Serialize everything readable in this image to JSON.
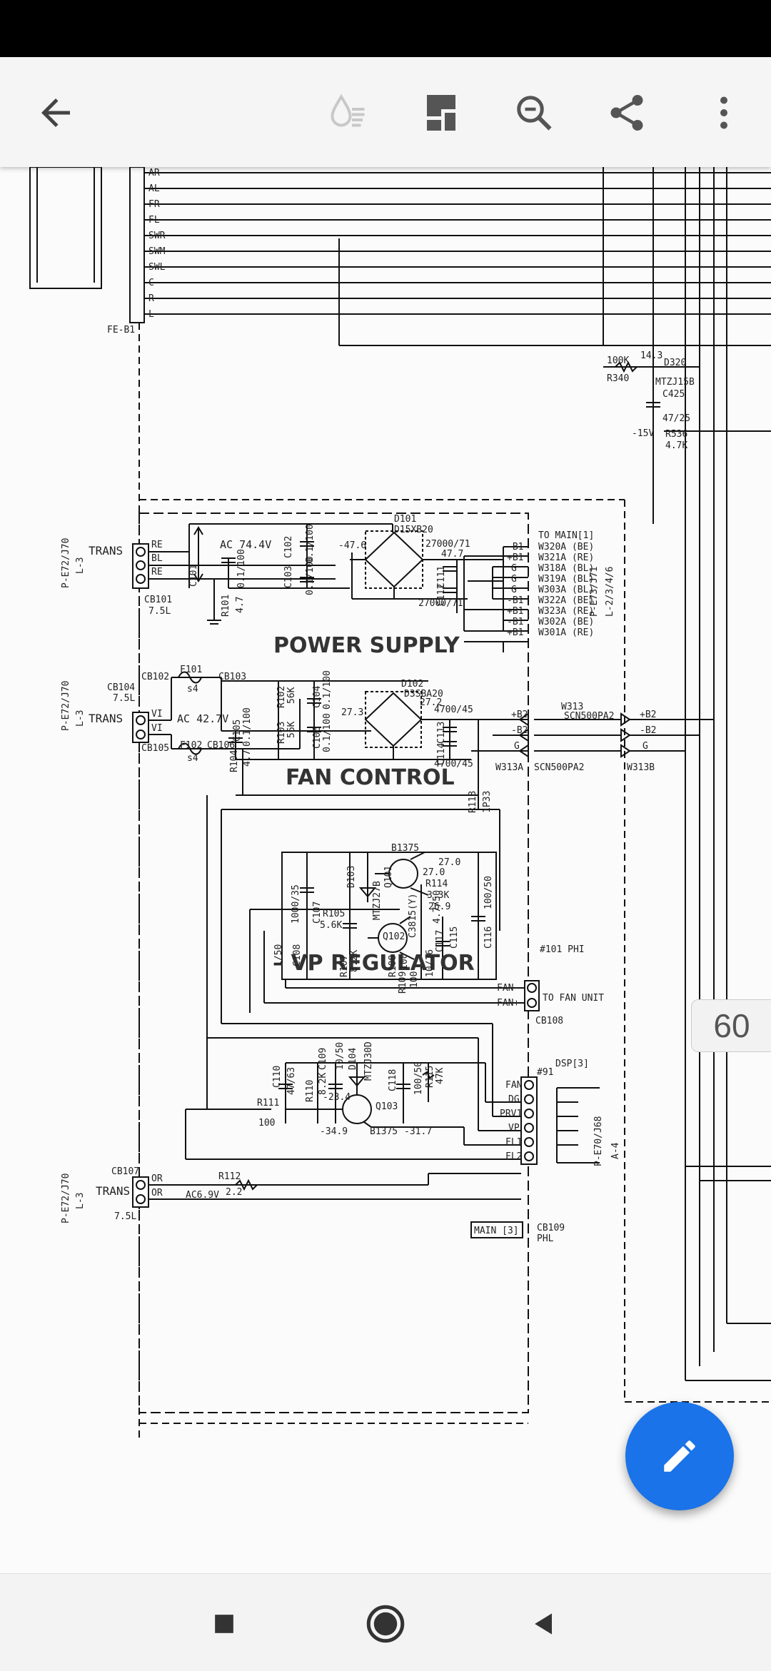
{
  "page_indicator": "60",
  "icons": {
    "back": "arrow-left-icon",
    "reading_mode": "reading-mode-icon",
    "layout": "page-layout-icon",
    "search": "search-zoom-icon",
    "share": "share-icon",
    "more": "more-vert-icon",
    "edit": "edit-pencil-icon",
    "nav_recents": "square-icon",
    "nav_home": "circle-icon",
    "nav_back": "triangle-back-icon"
  },
  "colors": {
    "fab": "#1a73e8",
    "toolbar": "#f5f5f5"
  },
  "schematic": {
    "section_titles": [
      "POWER SUPPLY",
      "FAN CONTROL",
      "– VP REGULATOR"
    ],
    "top_connector_pins": [
      "AR",
      "AL",
      "FR",
      "FL",
      "SWR",
      "SWM",
      "SWL",
      "C",
      "R",
      "L"
    ],
    "top_connector_ref": "FE-B1",
    "trans_label": "TRANS",
    "left_refs": [
      "P-E72/J70",
      "P-E72/J70",
      "P-E72/J70"
    ],
    "l3_label": "L-3",
    "cb101": "CB101",
    "cb101_val": "7.5L",
    "cb101_pins": [
      "RE",
      "BL",
      "RE"
    ],
    "cb104": "CB104",
    "cb104_val": "7.5L",
    "cb104_pins": [
      "VI",
      "VI"
    ],
    "cb102": "CB102",
    "cb103": "CB103",
    "cb105": "CB105",
    "cb106": "CB106",
    "f101": "F101",
    "f102": "F102",
    "fuse_val": "s4",
    "cb107": "CB107",
    "cb107_pins": [
      "OR",
      "OR"
    ],
    "cb107_val": "7.5L",
    "ac1": "AC 74.4V",
    "ac2": "AC 42.7V",
    "ac3": "AC6.9V",
    "d101": "D101",
    "d101_part": "D15XB20",
    "d102": "D102",
    "d102_part": "D3SBA20",
    "c101": "C101",
    "c102": "C102",
    "c103": "C103",
    "c104": "C104",
    "c105": "C105",
    "c106": "C106",
    "c_val": "0.1/100",
    "r101": "R101",
    "r101_val": "4.7",
    "r102": "R102",
    "r103": "R103",
    "r_56k": "56K",
    "r104": "R104",
    "r104_val": "4.7",
    "v_m476": "-47.6",
    "v_477": "47.7",
    "c_27000": "27000/71",
    "c111": "C111",
    "c112": "C112",
    "to_main": "TO MAIN[1]",
    "main_conn": [
      {
        "sig": "-B1",
        "wire": "W320A (BE)"
      },
      {
        "sig": "+B1",
        "wire": "W321A (RE)"
      },
      {
        "sig": "G",
        "wire": "W318A (BL)"
      },
      {
        "sig": "G",
        "wire": "W319A (BL)"
      },
      {
        "sig": "G",
        "wire": "W303A (BL)"
      },
      {
        "sig": "-B1",
        "wire": "W322A (BE)"
      },
      {
        "sig": "+B1",
        "wire": "W323A (RE)"
      },
      {
        "sig": "-B1",
        "wire": "W302A (BE)"
      },
      {
        "sig": "+B1",
        "wire": "W301A (RE)"
      }
    ],
    "main_ref": "P-E73/J71",
    "main_ref2": "L-2/3/4/6",
    "v_273": "27.3",
    "v_272": "27.2",
    "c_4700": "4700/45",
    "c113": "C113",
    "c114": "C114",
    "b2_sigs": [
      "+B2",
      "-B2",
      "G"
    ],
    "w313a": "W313A",
    "scn": "SCN500PA2",
    "w313": "W313",
    "w313b": "W313B",
    "r113": "R113",
    "r113_val": "1P33",
    "b1375": "B1375",
    "q101": "Q101",
    "q102": "Q102",
    "q102_part": "C3815(Y)",
    "q103": "Q103",
    "d103": "D103",
    "d103_part": "MTZJ27B",
    "d104": "D104",
    "d104_part": "MTZJ30D",
    "v270": "27.0",
    "v269": "26.9",
    "r114": "R114",
    "r114_val": "3.3K",
    "r105": "R105",
    "r105_val": "5.6K",
    "r107": "R107",
    "r107_val": "8.2K",
    "r108": "R108",
    "r108_val": "100",
    "r109": "R109",
    "r109_val": "100",
    "c107": "C107",
    "c107_val": "1000/35",
    "c108": "C108",
    "c108_val": "1/50",
    "c115": "C115",
    "c115_val": "4.7/50",
    "c116": "C116",
    "c116_val": "100/50",
    "c117": "C117",
    "c117_val": "10/16",
    "fan_conn": [
      "FAN-",
      "FAN+"
    ],
    "fan_ref": "#101 PHI",
    "to_fan": "TO FAN UNIT",
    "cb108": "CB108",
    "c110": "C110",
    "c110_val": "47/63",
    "c109": "C109",
    "c109_val": "10/50",
    "c118": "C118",
    "c118_val": "100/50",
    "r110": "R110",
    "r110_val": "8.2K",
    "r115": "R115",
    "r115_val": "47K",
    "r111": "R111",
    "r111_val": "100",
    "r112": "R112",
    "r112_val": "2.2",
    "v_234": "-23.4",
    "v_349": "-34.9",
    "v_317": "-31.7",
    "dsp_pins": [
      "FAN",
      "DG",
      "PRV1",
      "VP",
      "FL1",
      "FL2"
    ],
    "dsp_ref": "DSP[3]",
    "dsp_hash": "#91",
    "dsp_conn": "P-E70/J68",
    "a4": "A-4",
    "cb109": "CB109",
    "cb109_val": "PHL",
    "main3": "MAIN [3]",
    "r340": "R340",
    "r340_val": "100K",
    "d320": "D320",
    "d320_part": "MTZJ15B",
    "c425": "C425",
    "c425_val": "47/25",
    "v143": "14.3",
    "v_m15": "-15V",
    "r536": "R536",
    "r536_val": "4.7K"
  }
}
